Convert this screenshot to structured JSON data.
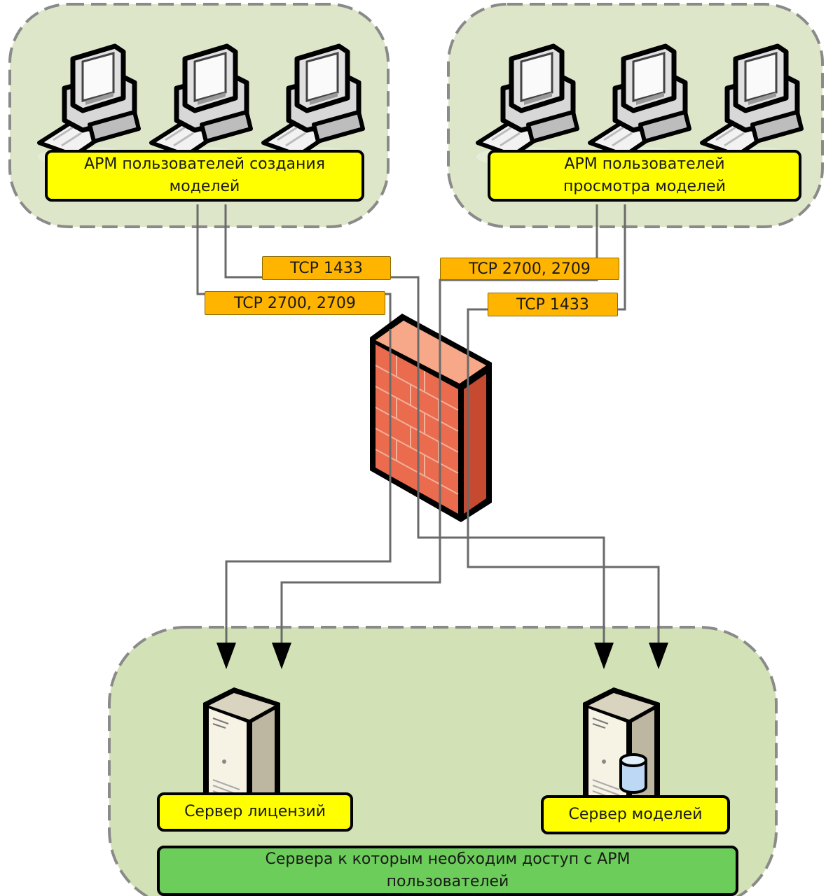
{
  "groups": {
    "create_users": {
      "label": "АРМ пользователей создания моделей"
    },
    "view_users": {
      "label": "АРМ пользователей просмотра моделей"
    },
    "servers": {
      "label": "Сервера к которым необходим доступ с АРМ пользователей"
    }
  },
  "ports": {
    "left_top": "TCP 1433",
    "left_bottom": "TCP 2700, 2709",
    "right_top": "TCP 2700, 2709",
    "right_bottom": "TCP 1433"
  },
  "servers": {
    "license": {
      "label": "Сервер лицензий"
    },
    "models": {
      "label": "Сервер моделей"
    }
  },
  "colors": {
    "group_fill": "#dde6c8",
    "servers_fill": "#d3e2b6",
    "label_yellow": "#ffff00",
    "label_green": "#6ccd5a",
    "port_orange": "#ffb400",
    "firewall": "#e8674a"
  },
  "icons": [
    "workstation-icon",
    "firewall-icon",
    "server-icon",
    "database-icon"
  ]
}
